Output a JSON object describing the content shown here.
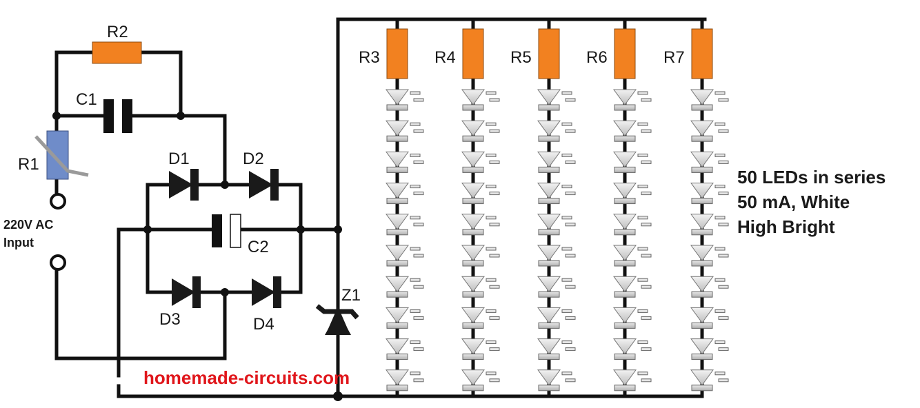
{
  "diagram": {
    "title": "50 LED series string driver (capacitive power supply)",
    "components": {
      "R1": {
        "label": "R1",
        "type": "thermistor"
      },
      "R2": {
        "label": "R2",
        "type": "resistor"
      },
      "C1": {
        "label": "C1",
        "type": "capacitor"
      },
      "C2": {
        "label": "C2",
        "type": "electrolytic-capacitor"
      },
      "D1": {
        "label": "D1",
        "type": "diode"
      },
      "D2": {
        "label": "D2",
        "type": "diode"
      },
      "D3": {
        "label": "D3",
        "type": "diode"
      },
      "D4": {
        "label": "D4",
        "type": "diode"
      },
      "Z1": {
        "label": "Z1",
        "type": "zener-diode"
      }
    },
    "branches": [
      {
        "resistor": "R3",
        "led_count": 10
      },
      {
        "resistor": "R4",
        "led_count": 10
      },
      {
        "resistor": "R5",
        "led_count": 10
      },
      {
        "resistor": "R6",
        "led_count": 10
      },
      {
        "resistor": "R7",
        "led_count": 10
      }
    ],
    "input_label_line1": "220V AC",
    "input_label_line2": "Input",
    "notes": [
      "50 LEDs in series",
      "50 mA, White",
      "High Bright"
    ],
    "watermark": "homemade-circuits.com",
    "colors": {
      "resistor": "#f28120",
      "thermistor": "#6f8cc9",
      "wire": "#111111",
      "watermark": "#e0161b"
    }
  }
}
